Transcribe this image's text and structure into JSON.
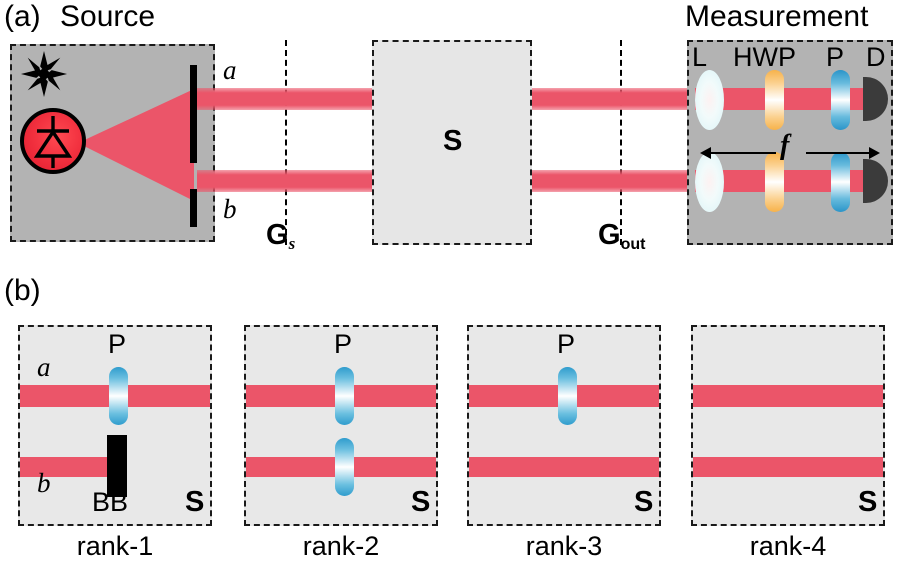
{
  "figure": {
    "panel_a": {
      "label": "(a)",
      "source_title": "Source",
      "measurement_title": "Measurement",
      "mode_a": "a",
      "mode_b": "b",
      "s_box_label": "S",
      "gate_source": {
        "letter": "G",
        "sub": "s"
      },
      "gate_out": {
        "letter": "G",
        "sub": "out"
      },
      "measurement_components": [
        {
          "name": "lens",
          "label": "L"
        },
        {
          "name": "half-wave-plate",
          "label": "HWP"
        },
        {
          "name": "polarizer",
          "label": "P"
        },
        {
          "name": "detector",
          "label": "D"
        }
      ],
      "focal_label": "f",
      "source_icons": [
        {
          "name": "sparkle-star-icon"
        },
        {
          "name": "led-diode-icon"
        }
      ]
    },
    "panel_b": {
      "label": "(b)",
      "mode_a": "a",
      "mode_b": "b",
      "boxes": [
        {
          "caption": "rank-1",
          "s_label": "S",
          "top_element": "P",
          "bottom_element": "BB"
        },
        {
          "caption": "rank-2",
          "s_label": "S",
          "top_element": "P",
          "bottom_element": "P"
        },
        {
          "caption": "rank-3",
          "s_label": "S",
          "top_element": "P",
          "bottom_element": ""
        },
        {
          "caption": "rank-4",
          "s_label": "S",
          "top_element": "",
          "bottom_element": ""
        }
      ]
    },
    "colors": {
      "beam": "#eb5569",
      "source_box": "#b3b3b3",
      "s_box": "#e6e6e6",
      "rank_box": "#e8e8e8",
      "hwp": "#f7b24a",
      "polarizer": "#2b95c9",
      "detector": "#3b3b3b",
      "led": "#f2313f"
    }
  }
}
